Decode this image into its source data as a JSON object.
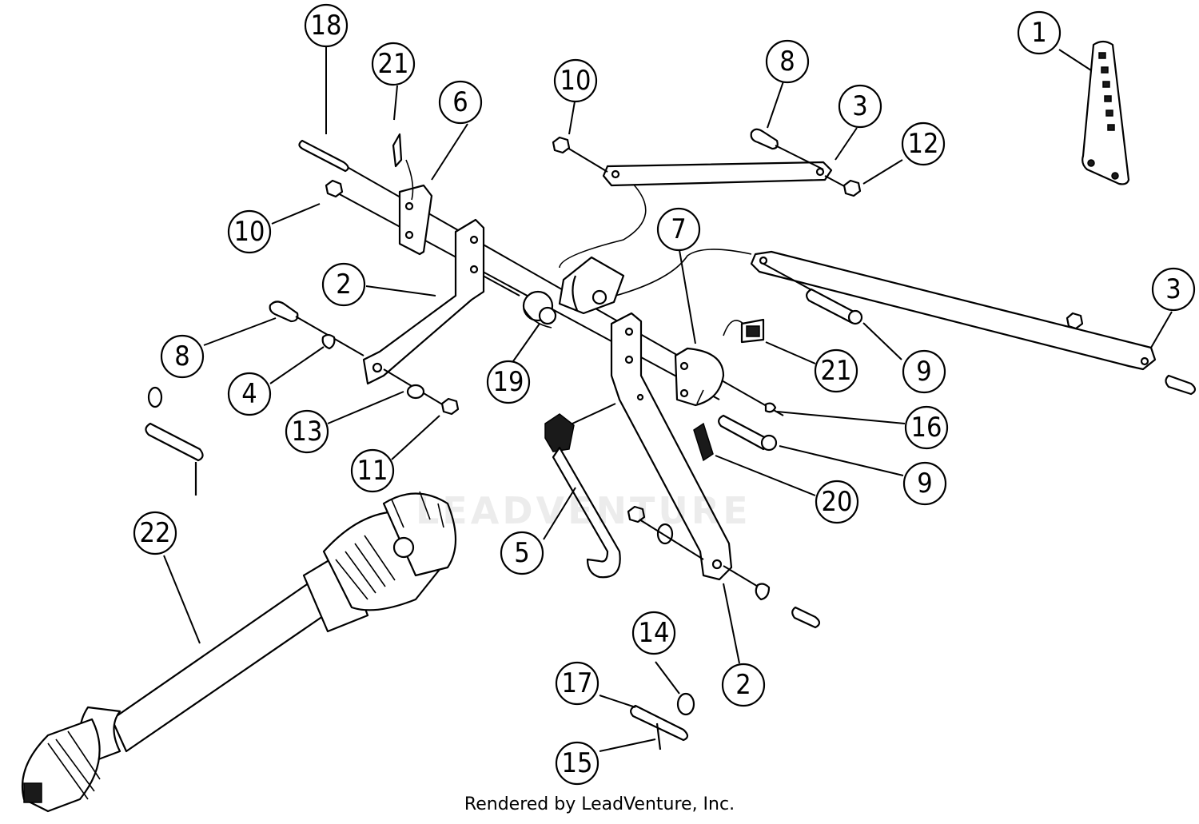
{
  "credit": "Rendered by LeadVenture, Inc.",
  "watermark": "LEADVENTURE",
  "callouts": [
    {
      "id": "c18",
      "label": "18"
    },
    {
      "id": "c21a",
      "label": "21"
    },
    {
      "id": "c6",
      "label": "6"
    },
    {
      "id": "c10a",
      "label": "10"
    },
    {
      "id": "c8a",
      "label": "8"
    },
    {
      "id": "c3a",
      "label": "3"
    },
    {
      "id": "c12",
      "label": "12"
    },
    {
      "id": "c1",
      "label": "1"
    },
    {
      "id": "c10b",
      "label": "10"
    },
    {
      "id": "c2a",
      "label": "2"
    },
    {
      "id": "c7",
      "label": "7"
    },
    {
      "id": "c3b",
      "label": "3"
    },
    {
      "id": "c8b",
      "label": "8"
    },
    {
      "id": "c4",
      "label": "4"
    },
    {
      "id": "c19",
      "label": "19"
    },
    {
      "id": "c21b",
      "label": "21"
    },
    {
      "id": "c9a",
      "label": "9"
    },
    {
      "id": "c13",
      "label": "13"
    },
    {
      "id": "c16",
      "label": "16"
    },
    {
      "id": "c11",
      "label": "11"
    },
    {
      "id": "c9b",
      "label": "9"
    },
    {
      "id": "c20",
      "label": "20"
    },
    {
      "id": "c22",
      "label": "22"
    },
    {
      "id": "c5",
      "label": "5"
    },
    {
      "id": "c14",
      "label": "14"
    },
    {
      "id": "c17",
      "label": "17"
    },
    {
      "id": "c2b",
      "label": "2"
    },
    {
      "id": "c15",
      "label": "15"
    }
  ]
}
